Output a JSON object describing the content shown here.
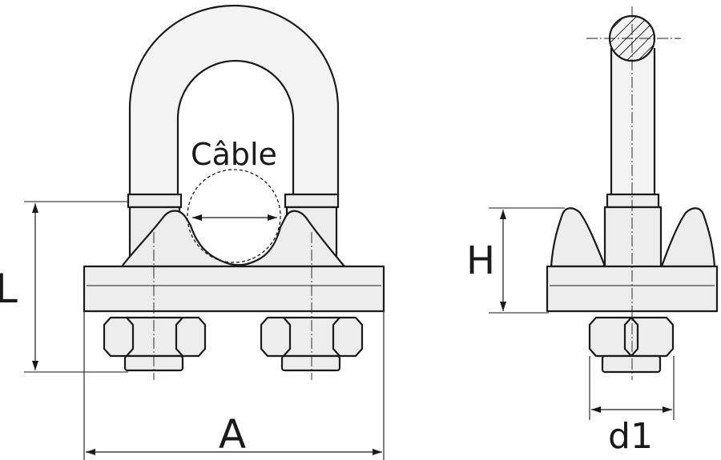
{
  "labels": {
    "cable": "Câble",
    "L": "L",
    "A": "A",
    "H": "H",
    "d1": "d1"
  },
  "colors": {
    "stroke": "#1a1a1a",
    "fill": "#ededed",
    "background": "#ffffff"
  }
}
